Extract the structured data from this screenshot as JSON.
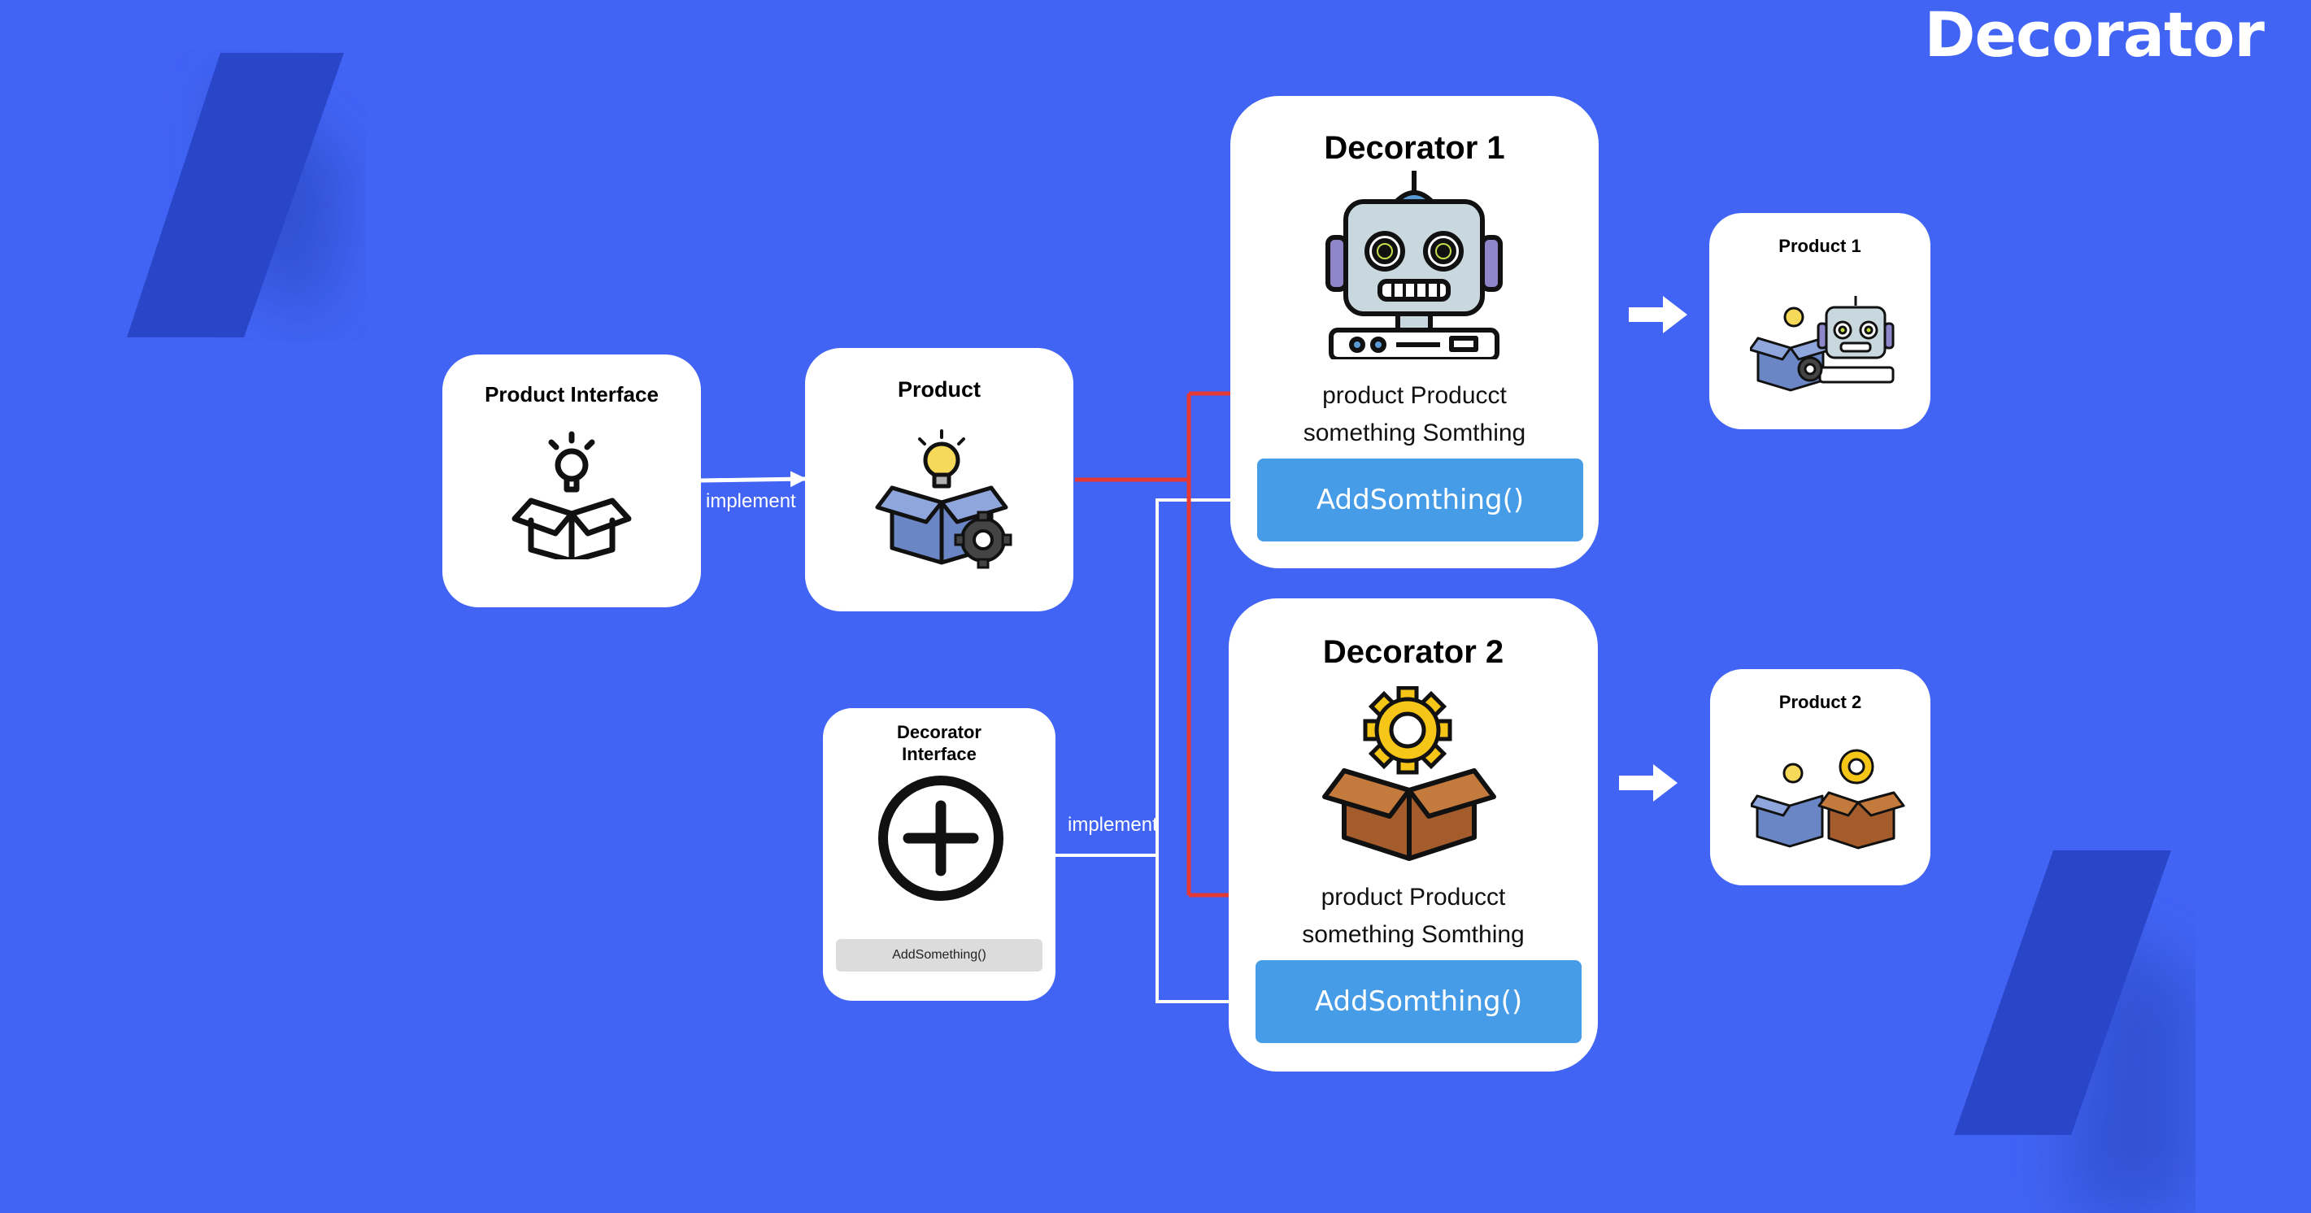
{
  "brand": {
    "title": "Decorator"
  },
  "nodes": {
    "product_interface": {
      "title": "Product Interface"
    },
    "product": {
      "title": "Product"
    },
    "decorator_interface": {
      "title_line1": "Decorator",
      "title_line2": "Interface",
      "method": "AddSomething()"
    },
    "decorator1": {
      "title": "Decorator 1",
      "desc_line1": "product Producct",
      "desc_line2": "something Somthing",
      "method": "AddSomthing()"
    },
    "decorator2": {
      "title": "Decorator 2",
      "desc_line1": "product Producct",
      "desc_line2": "something Somthing",
      "method": "AddSomthing()"
    },
    "product1": {
      "title": "Product 1"
    },
    "product2": {
      "title": "Product 2"
    }
  },
  "edges": {
    "implement_product": "implement",
    "implement_decorator": "implement"
  },
  "icons": {
    "product_interface": "lightbulb-box-outline-icon",
    "product": "lightbulb-box-gear-icon",
    "decorator_interface": "plus-circle-icon",
    "decorator1": "robot-icon",
    "decorator2": "gear-box-icon",
    "product1": "box-robot-icon",
    "product2": "box-gear-box-icon"
  },
  "colors": {
    "background": "#4264f5",
    "method_button": "#479ce8",
    "composition_line": "#e53935",
    "connector_line": "#ffffff"
  }
}
